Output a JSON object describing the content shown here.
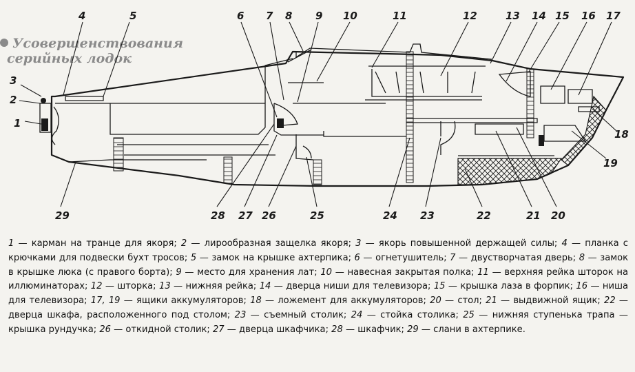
{
  "heading": {
    "line1": "Усовершенствования",
    "line2": "серийных лодок"
  },
  "callouts": [
    "1",
    "2",
    "3",
    "4",
    "5",
    "6",
    "7",
    "8",
    "9",
    "10",
    "11",
    "12",
    "13",
    "14",
    "15",
    "16",
    "17",
    "18",
    "19",
    "20",
    "21",
    "22",
    "23",
    "24",
    "25",
    "26",
    "27",
    "28",
    "29"
  ],
  "legend": [
    {
      "num": "1",
      "text": "карман на транце для якоря;"
    },
    {
      "num": "2",
      "text": "лирообразная защелка якоря;"
    },
    {
      "num": "3",
      "text": "якорь повышенной держащей силы;"
    },
    {
      "num": "4",
      "text": "планка с крючками для подвески бухт тросов;"
    },
    {
      "num": "5",
      "text": "замок на крышке ахтерпика;"
    },
    {
      "num": "6",
      "text": "огнетушитель;"
    },
    {
      "num": "7",
      "text": "двустворчатая дверь;"
    },
    {
      "num": "8",
      "text": "замок в крышке люка (с правого борта);"
    },
    {
      "num": "9",
      "text": "место для хранения лат;"
    },
    {
      "num": "10",
      "text": "навесная закрытая полка;"
    },
    {
      "num": "11",
      "text": "верхняя рейка шторок на иллюминаторах;"
    },
    {
      "num": "12",
      "text": "шторка;"
    },
    {
      "num": "13",
      "text": "нижняя рейка;"
    },
    {
      "num": "14",
      "text": "дверца ниши для телевизора;"
    },
    {
      "num": "15",
      "text": "крышка лаза в форпик;"
    },
    {
      "num": "16",
      "text": "ниша для телевизора;"
    },
    {
      "num": "17, 19",
      "text": "ящики аккумуляторов;"
    },
    {
      "num": "18",
      "text": "ложемент для аккумуляторов;"
    },
    {
      "num": "20",
      "text": "стол;"
    },
    {
      "num": "21",
      "text": "выдвижной ящик;"
    },
    {
      "num": "22",
      "text": "дверца шкафа, расположенного под столом;"
    },
    {
      "num": "23",
      "text": "съемный столик;"
    },
    {
      "num": "24",
      "text": "стойка столика;"
    },
    {
      "num": "25",
      "text": "нижняя ступенька трапа — крышка рундучка;"
    },
    {
      "num": "26",
      "text": "откидной столик;"
    },
    {
      "num": "27",
      "text": "дверца шкафчика;"
    },
    {
      "num": "28",
      "text": "шкафчик;"
    },
    {
      "num": "29",
      "text": "слани в ахтерпике."
    }
  ]
}
